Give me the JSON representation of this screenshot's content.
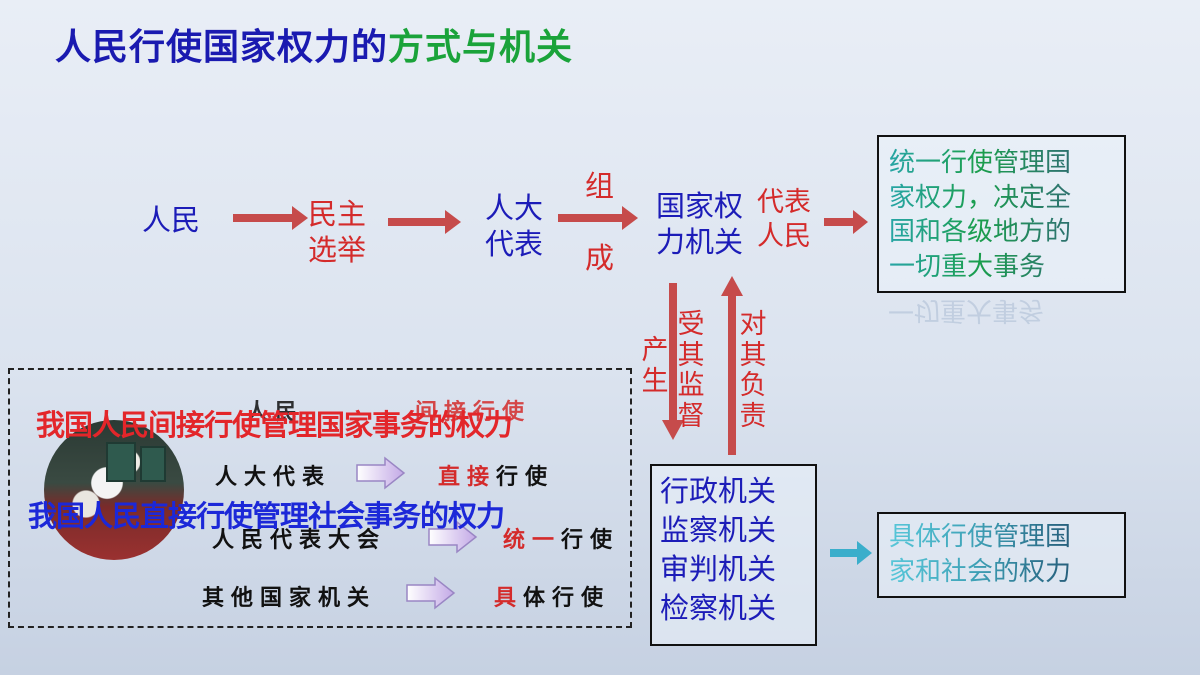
{
  "title": {
    "part1": "人民行使国家权力的",
    "part2": "方式与机关"
  },
  "flow": {
    "people": "人民",
    "election": "民主\n选举",
    "deputies": "人大\n代表",
    "form_top": "组",
    "form_bottom": "成",
    "organ": "国家权\n力机关",
    "represent": "代表\n人民"
  },
  "box1": {
    "text": "统一行使管理国\n家权力，决定全\n国和各级地方的\n一切重大事务",
    "reflection": "一切重大事务"
  },
  "vertical": {
    "produced": "产生",
    "supervised": "受其监督",
    "responsible": "对其负责"
  },
  "box2": {
    "text": "行政机关\n监察机关\n审判机关\n检察机关"
  },
  "box3": {
    "text": "具体行使管理国\n家和社会的权力"
  },
  "dashed_panel": {
    "rows": [
      {
        "subject": "人大代表",
        "emphasis": "直接",
        "rest": "行使"
      },
      {
        "subject": "人民代表大会",
        "emphasis": "统一",
        "rest": "行使"
      },
      {
        "subject": "其他国家机关",
        "emphasis": "具",
        "rest": "体行使"
      }
    ],
    "faint_row": {
      "left": "人民",
      "right": "间接行使"
    }
  },
  "overlays": {
    "indirect": "我国人民间接行使管理国家事务的权力",
    "direct": "我国人民直接行使管理社会事务的权力"
  },
  "colors": {
    "arrow_red": "#c64b4b",
    "arrow_cyan": "#3aaecb",
    "text_blue": "#1c1cb8",
    "text_red": "#d42b2b",
    "text_green": "#1aa33a"
  }
}
